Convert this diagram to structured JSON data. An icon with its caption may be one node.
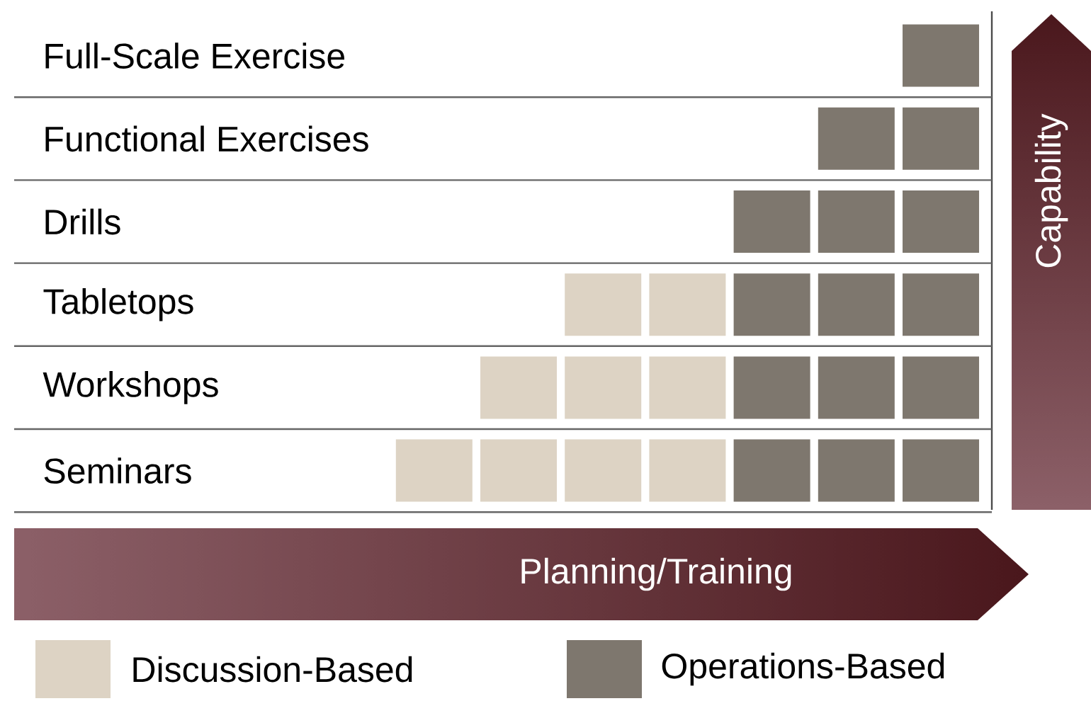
{
  "diagram": {
    "nodes": [
      {
        "text": [
          "Capability"
        ]
      },
      {
        "text": [
          "Planning/Training"
        ]
      }
    ],
    "labels": [
      "Full-Scale Exercise",
      "Functional Exercises",
      "Drills",
      "Tabletops",
      "Workshops",
      "Seminars"
    ],
    "legend": [
      {
        "text": "Discussion-Based",
        "color": "#ddd3c4"
      },
      {
        "text": "Operations-Based",
        "color": "#7e776e"
      }
    ]
  }
}
